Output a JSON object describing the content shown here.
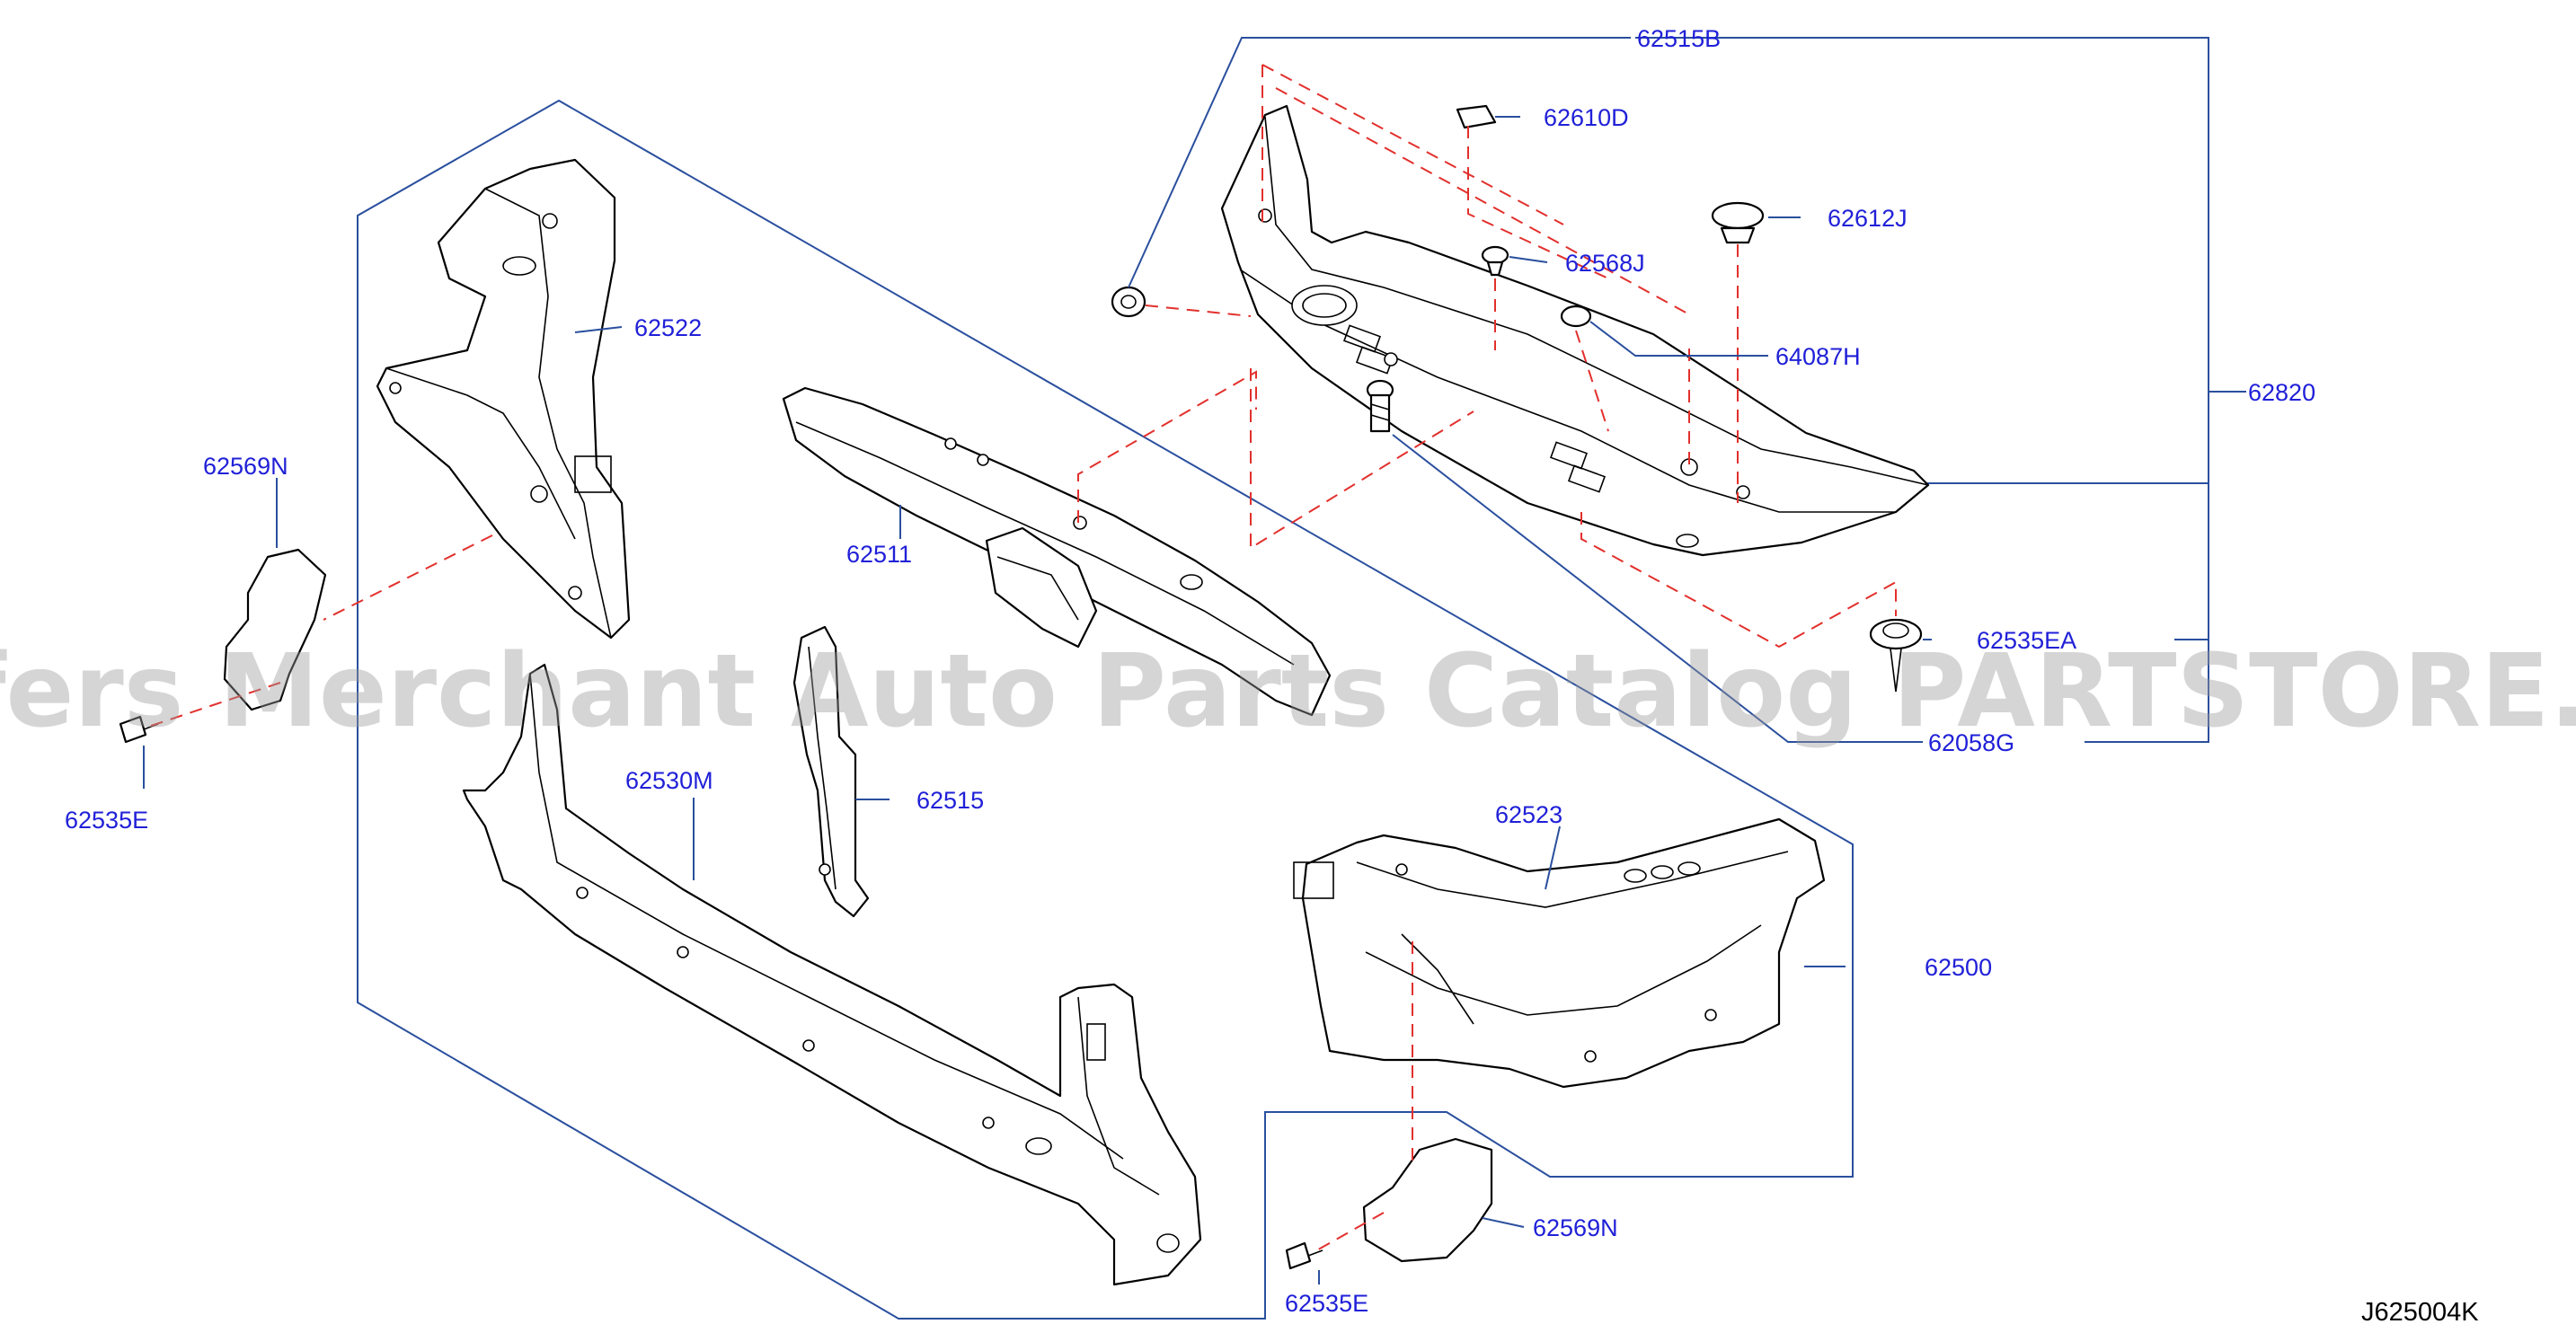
{
  "watermark": "Offers Merchant Auto Parts Catalog PARTSTORE.SA",
  "diagram_code": "J625004K",
  "colors": {
    "callout_text": "#2020d8",
    "group_lines": "#2a4f9e",
    "dashed_lines": "#e2302c",
    "part_outline": "#000000"
  },
  "parts": {
    "p62515B": "62515B",
    "p62610D": "62610D",
    "p62612J": "62612J",
    "p62568J": "62568J",
    "p64087H": "64087H",
    "p62820": "62820",
    "p62535EA": "62535EA",
    "p62058G": "62058G",
    "p62522": "62522",
    "p62569N_left": "62569N",
    "p62535E_left": "62535E",
    "p62511": "62511",
    "p62530M": "62530M",
    "p62515": "62515",
    "p62523": "62523",
    "p62500": "62500",
    "p62569N_bottom": "62569N",
    "p62535E_bottom": "62535E"
  }
}
